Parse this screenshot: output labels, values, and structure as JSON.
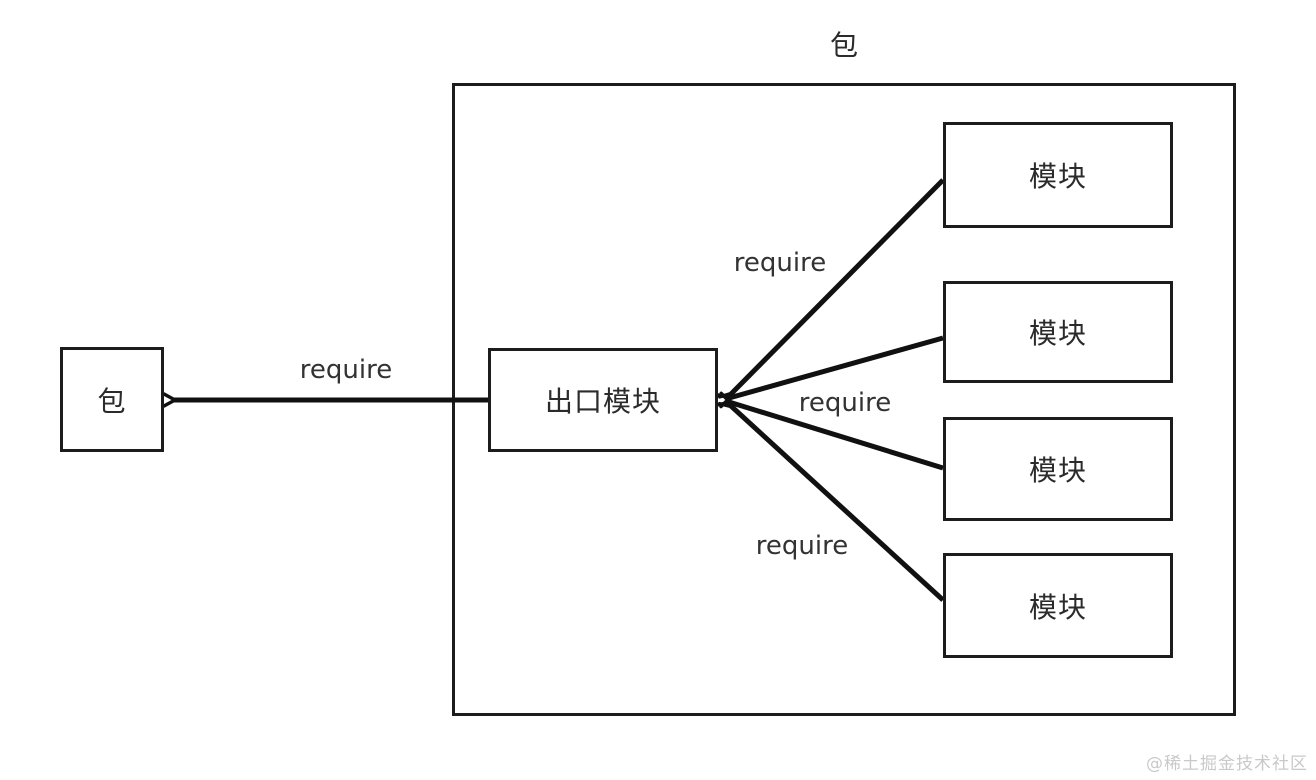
{
  "diagram": {
    "outer_package_label": "包",
    "left_package_label": "包",
    "export_module_label": "出口模块",
    "module_labels": [
      "模块",
      "模块",
      "模块",
      "模块"
    ],
    "require_labels": {
      "left": "require",
      "top": "require",
      "middle": "require",
      "bottom": "require"
    },
    "watermark": "@稀土掘金技术社区",
    "colors": {
      "stroke": "#1c1c1c",
      "text": "#2b2b2b",
      "watermark": "#c9c9c9",
      "background": "#ffffff"
    }
  }
}
